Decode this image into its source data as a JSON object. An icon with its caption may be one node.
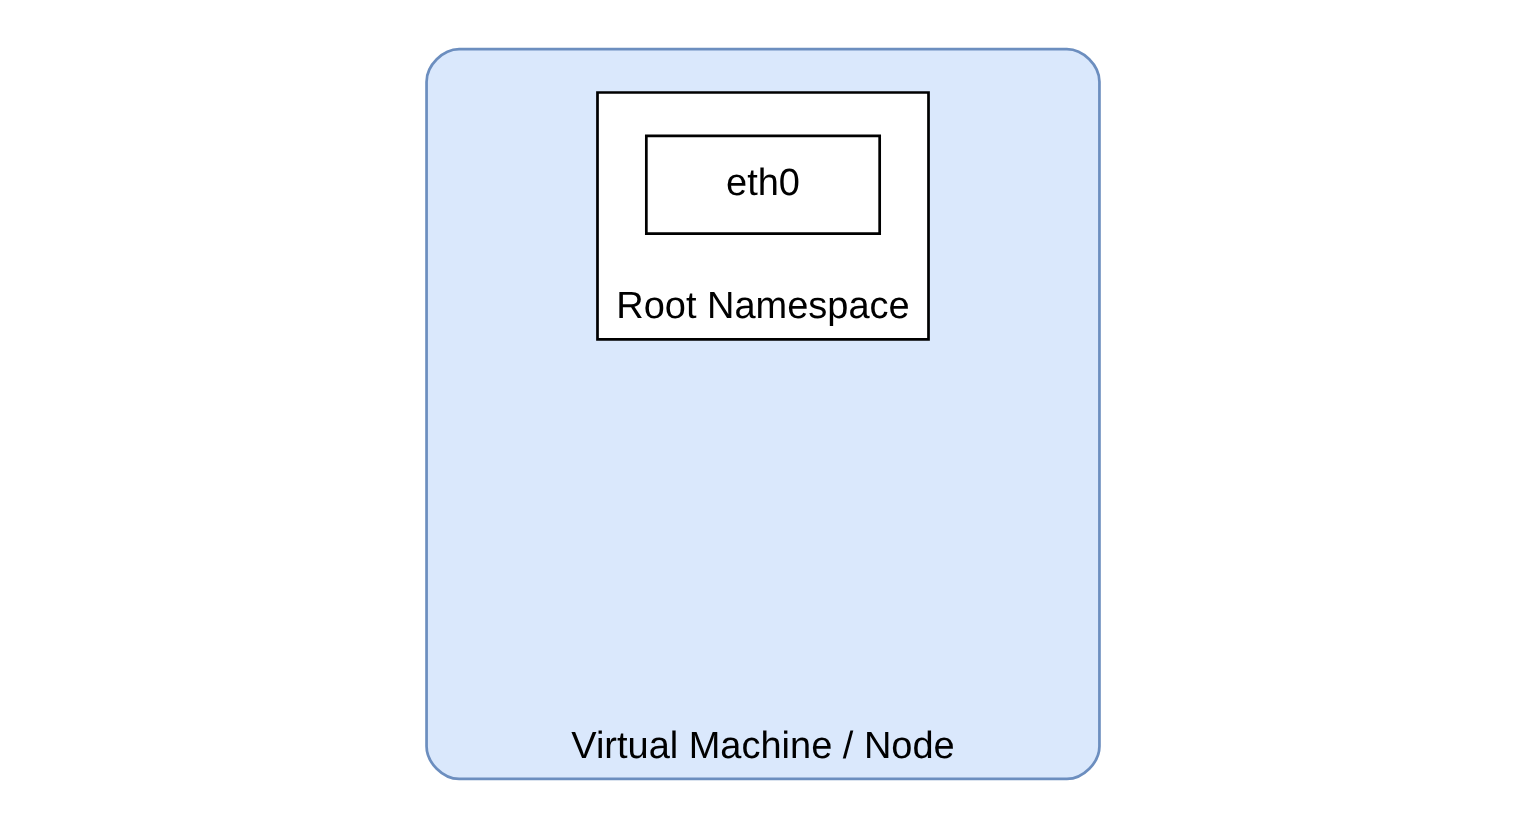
{
  "diagram": {
    "nodes": [
      {
        "text": [
          "Virtual Machine / Node"
        ]
      },
      {
        "text": [
          "Root Namespace"
        ],
        "in": 0
      },
      {
        "text": [
          "eth0"
        ],
        "in": 1
      }
    ],
    "edges": []
  }
}
